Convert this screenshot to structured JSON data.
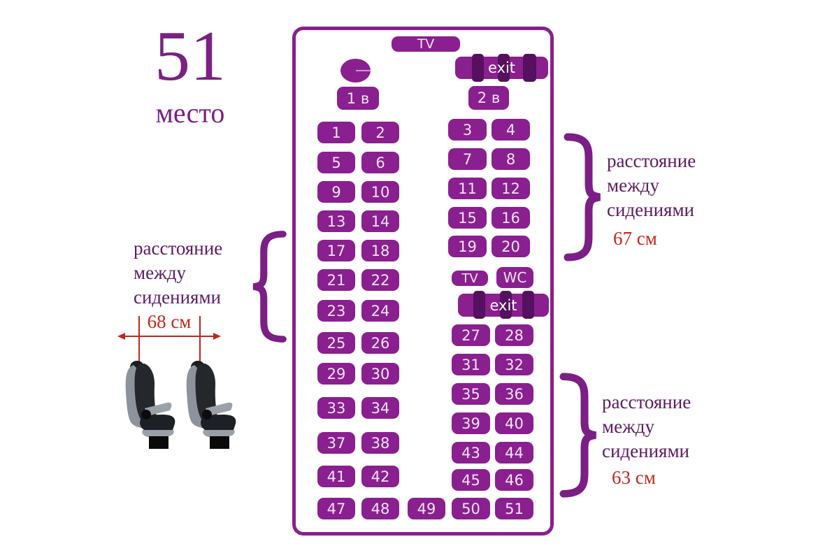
{
  "legend": {
    "big_number": "51",
    "big_label": "место"
  },
  "bus": {
    "tv_front_label": "TV",
    "exit_front_label": "exit",
    "door1_label": "1 в",
    "door2_label": "2 в",
    "tv_mid_label": "TV",
    "wc_label": "WC",
    "exit_mid_label": "exit",
    "left_rows": [
      [
        "1",
        "2"
      ],
      [
        "5",
        "6"
      ],
      [
        "9",
        "10"
      ],
      [
        "13",
        "14"
      ],
      [
        "17",
        "18"
      ],
      [
        "21",
        "22"
      ],
      [
        "23",
        "24"
      ],
      [
        "25",
        "26"
      ],
      [
        "29",
        "30"
      ],
      [
        "33",
        "34"
      ],
      [
        "37",
        "38"
      ],
      [
        "41",
        "42"
      ],
      [
        "47",
        "48"
      ]
    ],
    "right_rows_upper": [
      [
        "3",
        "4"
      ],
      [
        "7",
        "8"
      ],
      [
        "11",
        "12"
      ],
      [
        "15",
        "16"
      ],
      [
        "19",
        "20"
      ]
    ],
    "right_rows_lower": [
      [
        "27",
        "28"
      ],
      [
        "31",
        "32"
      ],
      [
        "35",
        "36"
      ],
      [
        "39",
        "40"
      ],
      [
        "43",
        "44"
      ],
      [
        "45",
        "46"
      ],
      [
        "50",
        "51"
      ]
    ],
    "back_middle_seat": "49"
  },
  "annotations": {
    "left": {
      "line1": "расстояние",
      "line2": "между",
      "line3": "сидениями",
      "value": "68 см"
    },
    "right_top": {
      "line1": "расстояние",
      "line2": "между",
      "line3": "сидениями",
      "value": "67 см"
    },
    "right_bottom": {
      "line1": "расстояние",
      "line2": "между",
      "line3": "сидениями",
      "value": "63 см"
    }
  },
  "colors": {
    "seat_purple": "#8a1f8f",
    "stripe_dark_purple": "#55105e",
    "annotation_purple": "#5e1b63",
    "measure_red": "#c2271c"
  }
}
